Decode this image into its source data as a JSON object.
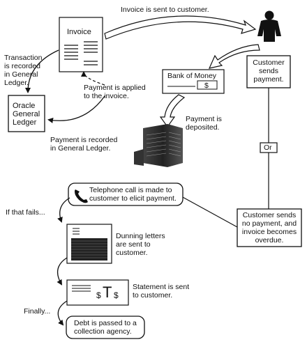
{
  "labels": {
    "invoice_sent": "Invoice is sent to customer.",
    "invoice": "Invoice",
    "transaction_recorded": "Transaction\nis recorded\nin General\nLedger.",
    "payment_applied": "Payment is applied\nto the invoice.",
    "oracle_gl": "Oracle\nGeneral\nLedger",
    "payment_recorded": "Payment is recorded\nin General Ledger.",
    "bank_of_money": "Bank of Money",
    "dollar": "$",
    "payment_deposited": "Payment is\ndeposited.",
    "customer_sends": "Customer\nsends\npayment.",
    "or": "Or",
    "telephone": "Telephone call is made to\ncustomer to elicit payment.",
    "if_fails": "If that fails...",
    "dunning": "Dunning letters\nare sent to\ncustomer.",
    "no_payment": "Customer sends\nno payment, and\ninvoice becomes\noverdue.",
    "statement_sent": "Statement is sent\nto customer.",
    "statement_symbol_left": "$",
    "statement_symbol_mid": "T",
    "statement_symbol_right": "$",
    "finally": "Finally...",
    "collection": "Debt is passed to a\ncollection agency."
  }
}
